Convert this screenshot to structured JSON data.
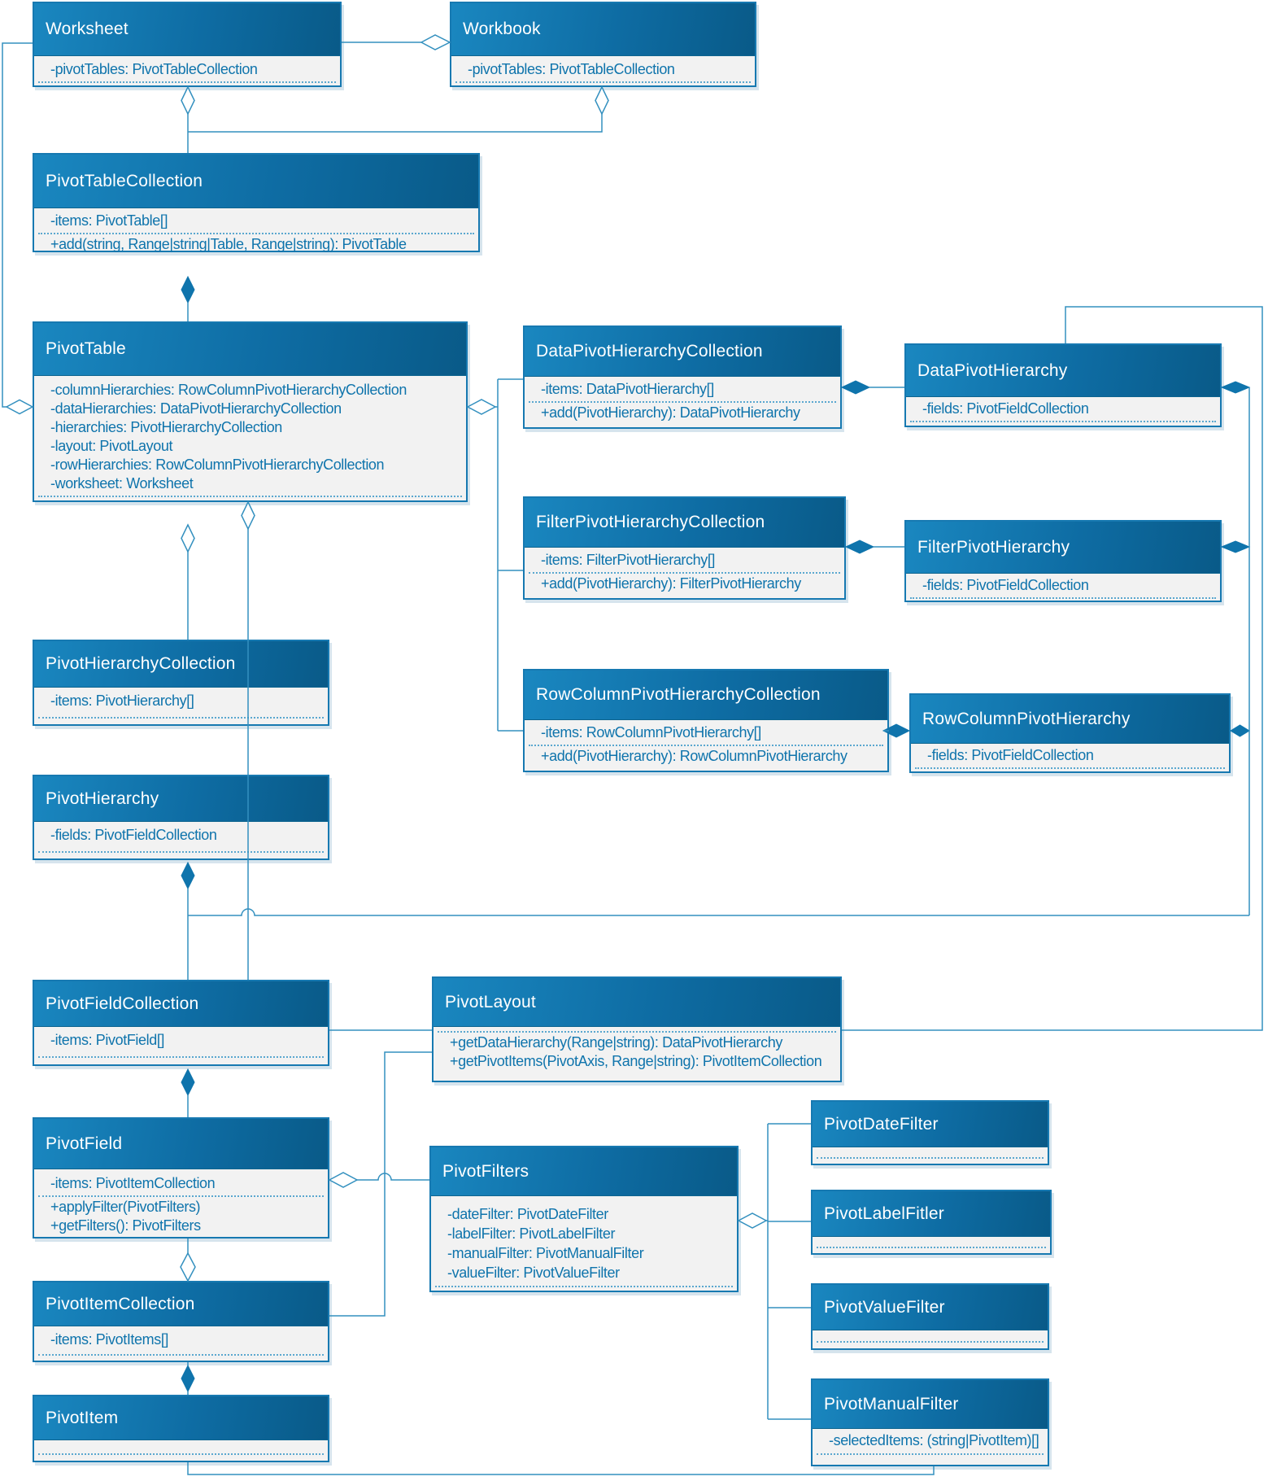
{
  "colors": {
    "header_gradient_start": "#1a87c0",
    "header_gradient_end": "#095a88",
    "box_body": "#f2f2f2",
    "box_border": "#1779b1",
    "attr_text": "#0f74ac",
    "connector": "#3390bf",
    "title_text": "#ffffff"
  },
  "classes": [
    {
      "name": "Worksheet",
      "attributes": [
        "-pivotTables: PivotTableCollection"
      ],
      "methods": []
    },
    {
      "name": "Workbook",
      "attributes": [
        "-pivotTables: PivotTableCollection"
      ],
      "methods": []
    },
    {
      "name": "PivotTableCollection",
      "attributes": [
        "-items: PivotTable[]"
      ],
      "methods": [
        "+add(string, Range|string|Table, Range|string): PivotTable"
      ]
    },
    {
      "name": "PivotTable",
      "attributes": [
        "-columnHierarchies: RowColumnPivotHierarchyCollection",
        "-dataHierarchies: DataPivotHierarchyCollection",
        "-hierarchies: PivotHierarchyCollection",
        "-layout: PivotLayout",
        "-rowHierarchies: RowColumnPivotHierarchyCollection",
        "-worksheet: Worksheet"
      ],
      "methods": []
    },
    {
      "name": "DataPivotHierarchyCollection",
      "attributes": [
        "-items: DataPivotHierarchy[]"
      ],
      "methods": [
        "+add(PivotHierarchy): DataPivotHierarchy"
      ]
    },
    {
      "name": "DataPivotHierarchy",
      "attributes": [
        "-fields: PivotFieldCollection"
      ],
      "methods": []
    },
    {
      "name": "FilterPivotHierarchyCollection",
      "attributes": [
        "-items: FilterPivotHierarchy[]"
      ],
      "methods": [
        "+add(PivotHierarchy): FilterPivotHierarchy"
      ]
    },
    {
      "name": "FilterPivotHierarchy",
      "attributes": [
        "-fields: PivotFieldCollection"
      ],
      "methods": []
    },
    {
      "name": "RowColumnPivotHierarchyCollection",
      "attributes": [
        "-items: RowColumnPivotHierarchy[]"
      ],
      "methods": [
        "+add(PivotHierarchy): RowColumnPivotHierarchy"
      ]
    },
    {
      "name": "RowColumnPivotHierarchy",
      "attributes": [
        "-fields: PivotFieldCollection"
      ],
      "methods": []
    },
    {
      "name": "PivotHierarchyCollection",
      "attributes": [
        "-items: PivotHierarchy[]"
      ],
      "methods": []
    },
    {
      "name": "PivotHierarchy",
      "attributes": [
        "-fields: PivotFieldCollection"
      ],
      "methods": []
    },
    {
      "name": "PivotFieldCollection",
      "attributes": [
        "-items: PivotField[]"
      ],
      "methods": []
    },
    {
      "name": "PivotLayout",
      "attributes": [],
      "methods": [
        "+getDataHierarchy(Range|string): DataPivotHierarchy",
        "+getPivotItems(PivotAxis, Range|string): PivotItemCollection"
      ]
    },
    {
      "name": "PivotField",
      "attributes": [
        "-items: PivotItemCollection"
      ],
      "methods": [
        "+applyFilter(PivotFilters)",
        "+getFilters(): PivotFilters"
      ]
    },
    {
      "name": "PivotFilters",
      "attributes": [
        "-dateFilter: PivotDateFilter",
        "-labelFilter: PivotLabelFilter",
        "-manualFilter: PivotManualFilter",
        "-valueFilter: PivotValueFilter"
      ],
      "methods": []
    },
    {
      "name": "PivotItemCollection",
      "attributes": [
        "-items: PivotItems[]"
      ],
      "methods": []
    },
    {
      "name": "PivotItem",
      "attributes": [],
      "methods": []
    },
    {
      "name": "PivotDateFilter",
      "attributes": [],
      "methods": []
    },
    {
      "name": "PivotLabelFitler",
      "attributes": [],
      "methods": []
    },
    {
      "name": "PivotValueFilter",
      "attributes": [],
      "methods": []
    },
    {
      "name": "PivotManualFilter",
      "attributes": [
        "-selectedItems: (string|PivotItem)[]"
      ],
      "methods": []
    }
  ],
  "relationships": [
    {
      "from": "Workbook",
      "to": "Worksheet",
      "type": "aggregation"
    },
    {
      "from": "Worksheet",
      "to": "PivotTableCollection",
      "type": "aggregation"
    },
    {
      "from": "Workbook",
      "to": "PivotTableCollection",
      "type": "aggregation"
    },
    {
      "from": "PivotTableCollection",
      "to": "PivotTable",
      "type": "composition"
    },
    {
      "from": "PivotTable",
      "to": "Worksheet",
      "type": "aggregation"
    },
    {
      "from": "PivotTable",
      "to": "DataPivotHierarchyCollection",
      "type": "aggregation"
    },
    {
      "from": "PivotTable",
      "to": "FilterPivotHierarchyCollection",
      "type": "aggregation"
    },
    {
      "from": "PivotTable",
      "to": "RowColumnPivotHierarchyCollection",
      "type": "aggregation"
    },
    {
      "from": "PivotTable",
      "to": "PivotHierarchyCollection",
      "type": "aggregation"
    },
    {
      "from": "PivotTable",
      "to": "PivotFieldCollection",
      "type": "aggregation"
    },
    {
      "from": "DataPivotHierarchyCollection",
      "to": "DataPivotHierarchy",
      "type": "composition"
    },
    {
      "from": "FilterPivotHierarchyCollection",
      "to": "FilterPivotHierarchy",
      "type": "composition"
    },
    {
      "from": "RowColumnPivotHierarchyCollection",
      "to": "RowColumnPivotHierarchy",
      "type": "composition"
    },
    {
      "from": "DataPivotHierarchy",
      "to": "PivotFieldCollection",
      "type": "composition"
    },
    {
      "from": "FilterPivotHierarchy",
      "to": "PivotFieldCollection",
      "type": "composition"
    },
    {
      "from": "RowColumnPivotHierarchy",
      "to": "PivotFieldCollection",
      "type": "composition"
    },
    {
      "from": "PivotHierarchy",
      "to": "PivotFieldCollection",
      "type": "composition"
    },
    {
      "from": "PivotFieldCollection",
      "to": "PivotField",
      "type": "composition"
    },
    {
      "from": "PivotField",
      "to": "PivotFilters",
      "type": "aggregation"
    },
    {
      "from": "PivotField",
      "to": "PivotItemCollection",
      "type": "aggregation"
    },
    {
      "from": "PivotItemCollection",
      "to": "PivotItem",
      "type": "composition"
    },
    {
      "from": "PivotFilters",
      "to": "PivotDateFilter",
      "type": "aggregation"
    },
    {
      "from": "PivotFilters",
      "to": "PivotLabelFitler",
      "type": "aggregation"
    },
    {
      "from": "PivotFilters",
      "to": "PivotValueFilter",
      "type": "aggregation"
    },
    {
      "from": "PivotFilters",
      "to": "PivotManualFilter",
      "type": "aggregation"
    },
    {
      "from": "PivotLayout",
      "to": "DataPivotHierarchy",
      "type": "association"
    },
    {
      "from": "PivotLayout",
      "to": "PivotItemCollection",
      "type": "association"
    },
    {
      "from": "PivotLayout",
      "to": "PivotFieldCollection",
      "type": "association"
    },
    {
      "from": "PivotItem",
      "to": "PivotManualFilter",
      "type": "association"
    }
  ]
}
